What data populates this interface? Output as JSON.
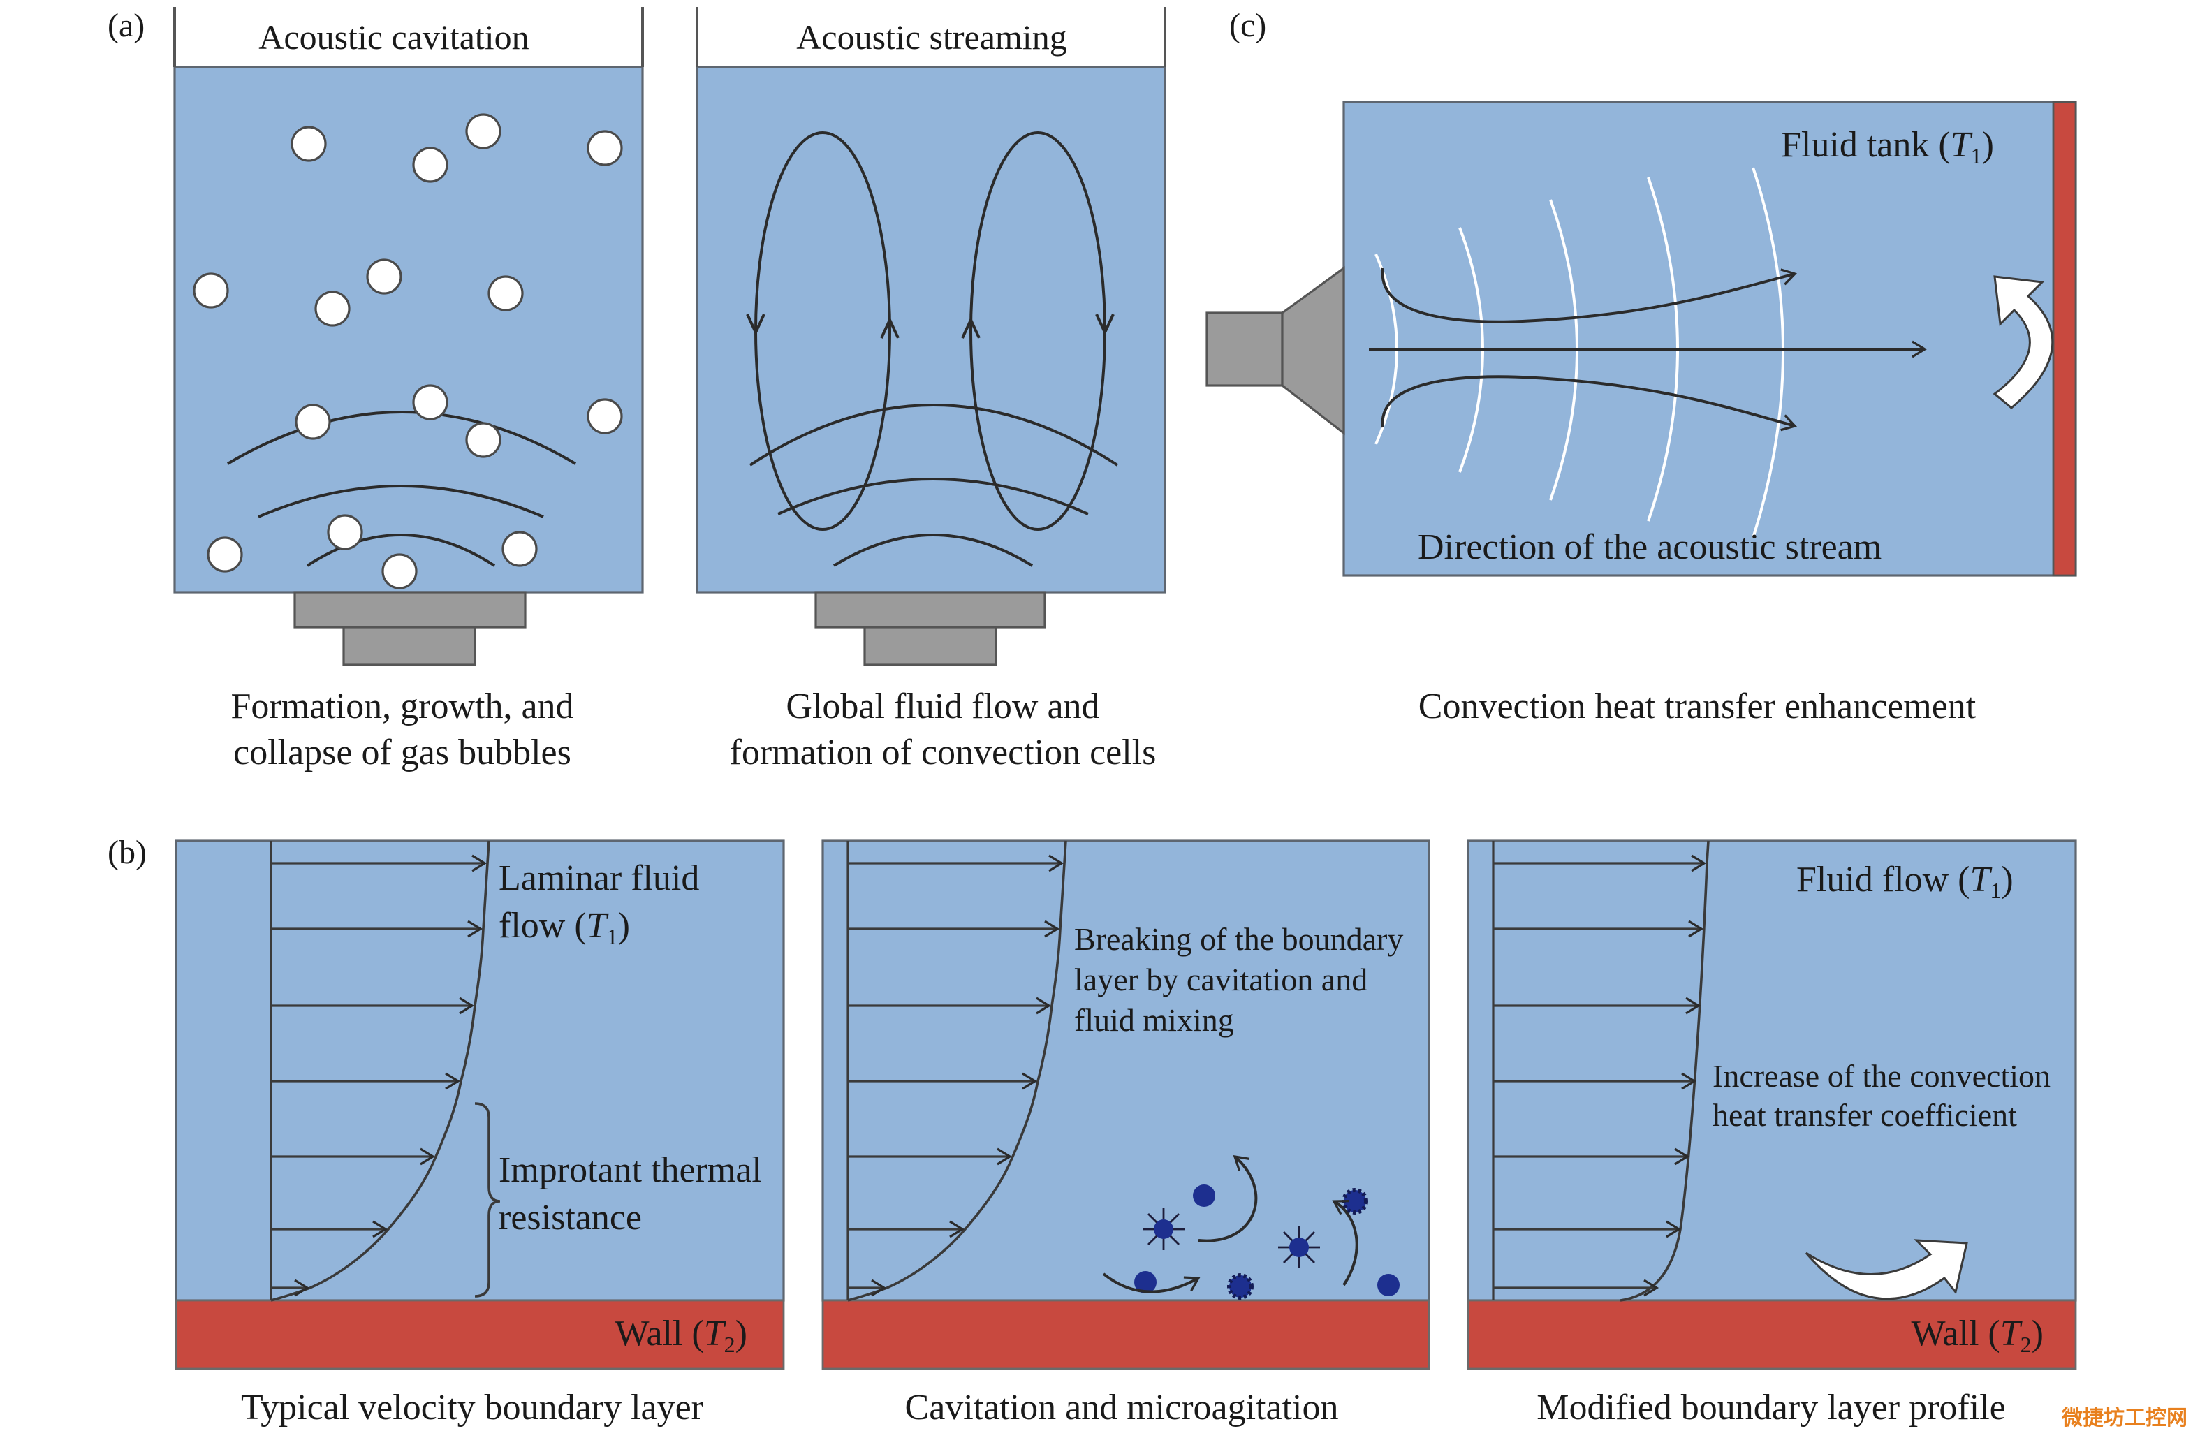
{
  "panel_a": {
    "label": "(a)",
    "cavitation": {
      "title": "Acoustic cavitation",
      "caption": [
        "Formation, growth, and",
        "collapse of gas bubbles"
      ]
    },
    "streaming": {
      "title": "Acoustic streaming",
      "caption": [
        "Global fluid flow and",
        "formation of convection cells"
      ]
    }
  },
  "panel_c": {
    "label": "(c)",
    "tank_label": {
      "text": "Fluid tank (",
      "var": "T",
      "sub": "1",
      "close": ")"
    },
    "stream_label": "Direction of the acoustic stream",
    "caption": "Convection heat transfer enhancement"
  },
  "panel_b": {
    "label": "(b)",
    "typical": {
      "flow_label": {
        "line1": "Laminar fluid",
        "text": "flow (",
        "var": "T",
        "sub": "1",
        "close": ")"
      },
      "resistance_label": [
        "Improtant thermal",
        "resistance"
      ],
      "wall_label": {
        "text": "Wall (",
        "var": "T",
        "sub": "2",
        "close": ")"
      },
      "caption": "Typical velocity boundary layer"
    },
    "cavitation": {
      "note": [
        "Breaking of the boundary",
        "layer by cavitation and",
        "fluid mixing"
      ],
      "caption": "Cavitation and microagitation"
    },
    "modified": {
      "flow_label": {
        "text": "Fluid flow (",
        "var": "T",
        "sub": "1",
        "close": ")"
      },
      "note": [
        "Increase of the convection",
        "heat transfer coefficient"
      ],
      "wall_label": {
        "text": "Wall (",
        "var": "T",
        "sub": "2",
        "close": ")"
      },
      "caption": "Modified boundary layer profile"
    }
  },
  "colors": {
    "fluid": "#93b5da",
    "wall": "#c8493f",
    "transducer": "#9b9b9b",
    "bubble": "#ffffff",
    "particle": "#1d2f8f",
    "watermark": "#e8801e"
  },
  "watermark": "微捷坊工控网"
}
